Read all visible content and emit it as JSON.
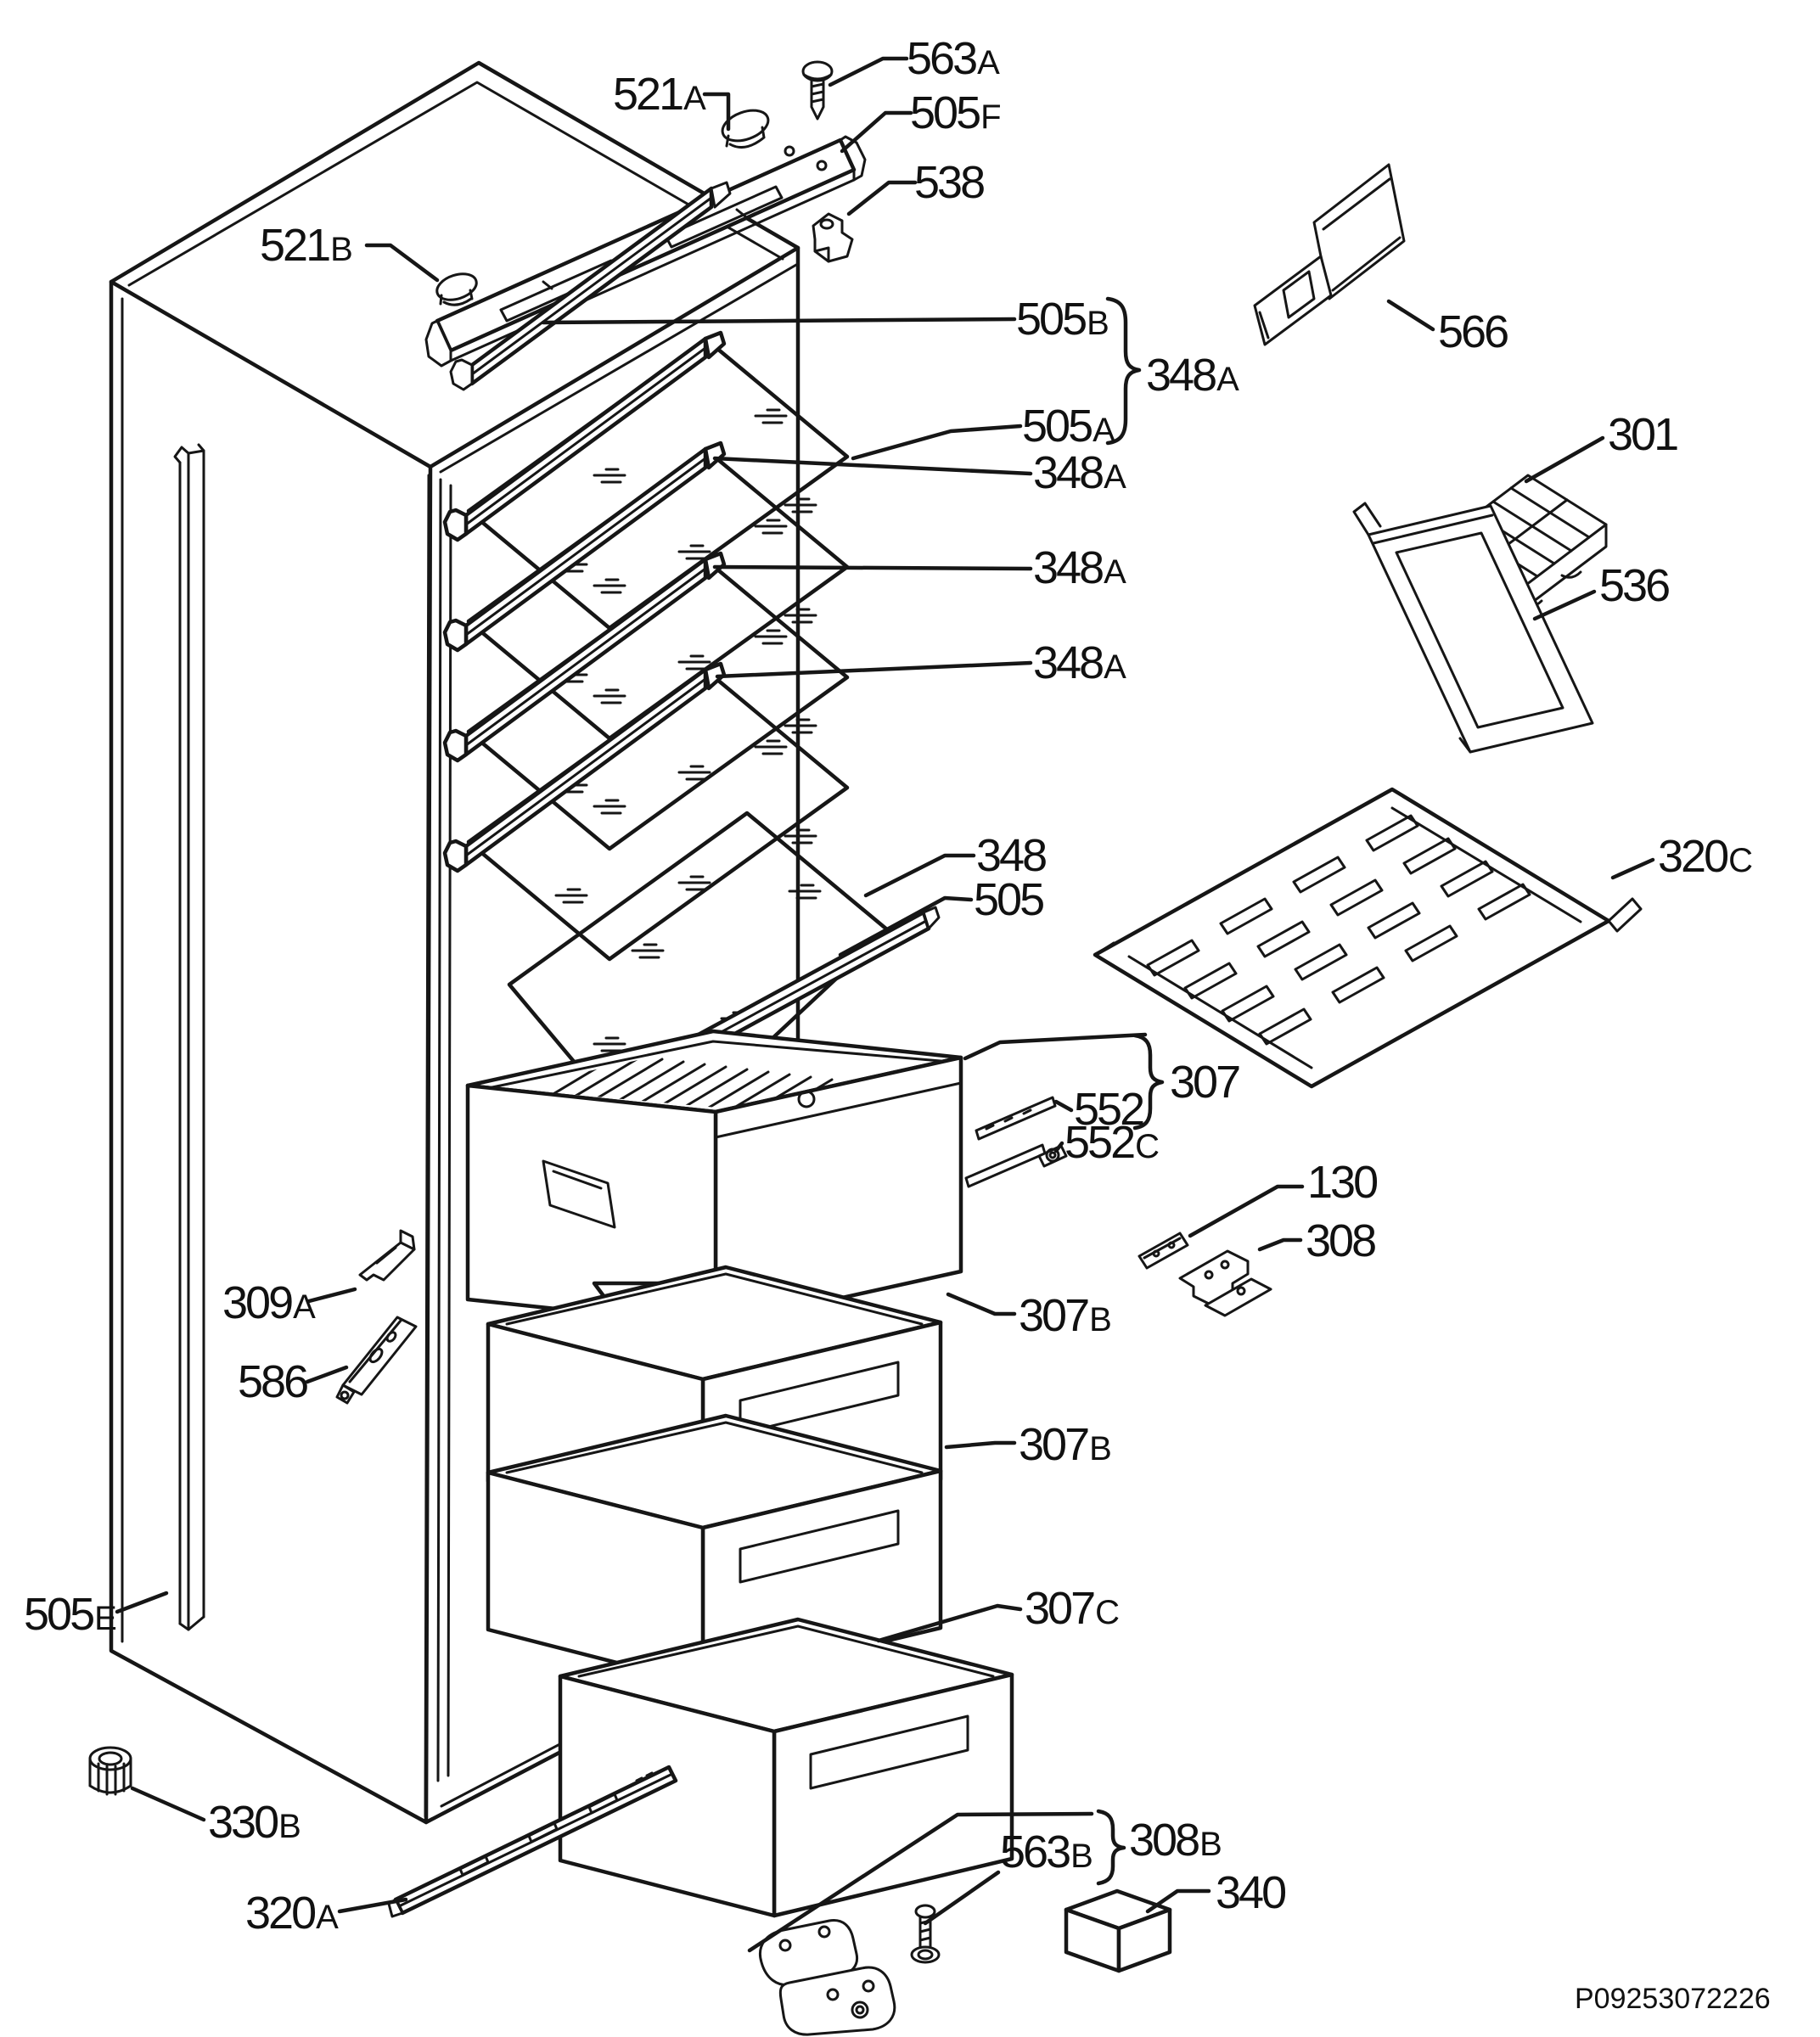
{
  "diagram": {
    "type": "exploded-parts-diagram",
    "subject": "refrigerator-freezer cabinet with shelves and drawers",
    "doc_code": "P09253072226",
    "colors": {
      "ink": "#161616",
      "paper": "#ffffff"
    },
    "callouts": [
      {
        "id": "563A",
        "num": "563",
        "suffix": "A"
      },
      {
        "id": "521A",
        "num": "521",
        "suffix": "A"
      },
      {
        "id": "505F",
        "num": "505",
        "suffix": "F"
      },
      {
        "id": "538",
        "num": "538",
        "suffix": ""
      },
      {
        "id": "521B",
        "num": "521",
        "suffix": "B"
      },
      {
        "id": "505B",
        "num": "505",
        "suffix": "B"
      },
      {
        "id": "348A-group",
        "num": "348",
        "suffix": "A"
      },
      {
        "id": "505A",
        "num": "505",
        "suffix": "A"
      },
      {
        "id": "348A-2",
        "num": "348",
        "suffix": "A"
      },
      {
        "id": "348A-3",
        "num": "348",
        "suffix": "A"
      },
      {
        "id": "348A-4",
        "num": "348",
        "suffix": "A"
      },
      {
        "id": "348",
        "num": "348",
        "suffix": ""
      },
      {
        "id": "505",
        "num": "505",
        "suffix": ""
      },
      {
        "id": "307",
        "num": "307",
        "suffix": ""
      },
      {
        "id": "552",
        "num": "552",
        "suffix": ""
      },
      {
        "id": "552C",
        "num": "552",
        "suffix": "C"
      },
      {
        "id": "130",
        "num": "130",
        "suffix": ""
      },
      {
        "id": "308",
        "num": "308",
        "suffix": ""
      },
      {
        "id": "309A",
        "num": "309",
        "suffix": "A"
      },
      {
        "id": "586",
        "num": "586",
        "suffix": ""
      },
      {
        "id": "307B-1",
        "num": "307",
        "suffix": "B"
      },
      {
        "id": "307B-2",
        "num": "307",
        "suffix": "B"
      },
      {
        "id": "307C",
        "num": "307",
        "suffix": "C"
      },
      {
        "id": "505E",
        "num": "505",
        "suffix": "E"
      },
      {
        "id": "330B",
        "num": "330",
        "suffix": "B"
      },
      {
        "id": "320A",
        "num": "320",
        "suffix": "A"
      },
      {
        "id": "563B",
        "num": "563",
        "suffix": "B"
      },
      {
        "id": "308B",
        "num": "308",
        "suffix": "B"
      },
      {
        "id": "340",
        "num": "340",
        "suffix": ""
      },
      {
        "id": "566",
        "num": "566",
        "suffix": ""
      },
      {
        "id": "301",
        "num": "301",
        "suffix": ""
      },
      {
        "id": "536",
        "num": "536",
        "suffix": ""
      },
      {
        "id": "320C",
        "num": "320",
        "suffix": "C"
      }
    ]
  }
}
